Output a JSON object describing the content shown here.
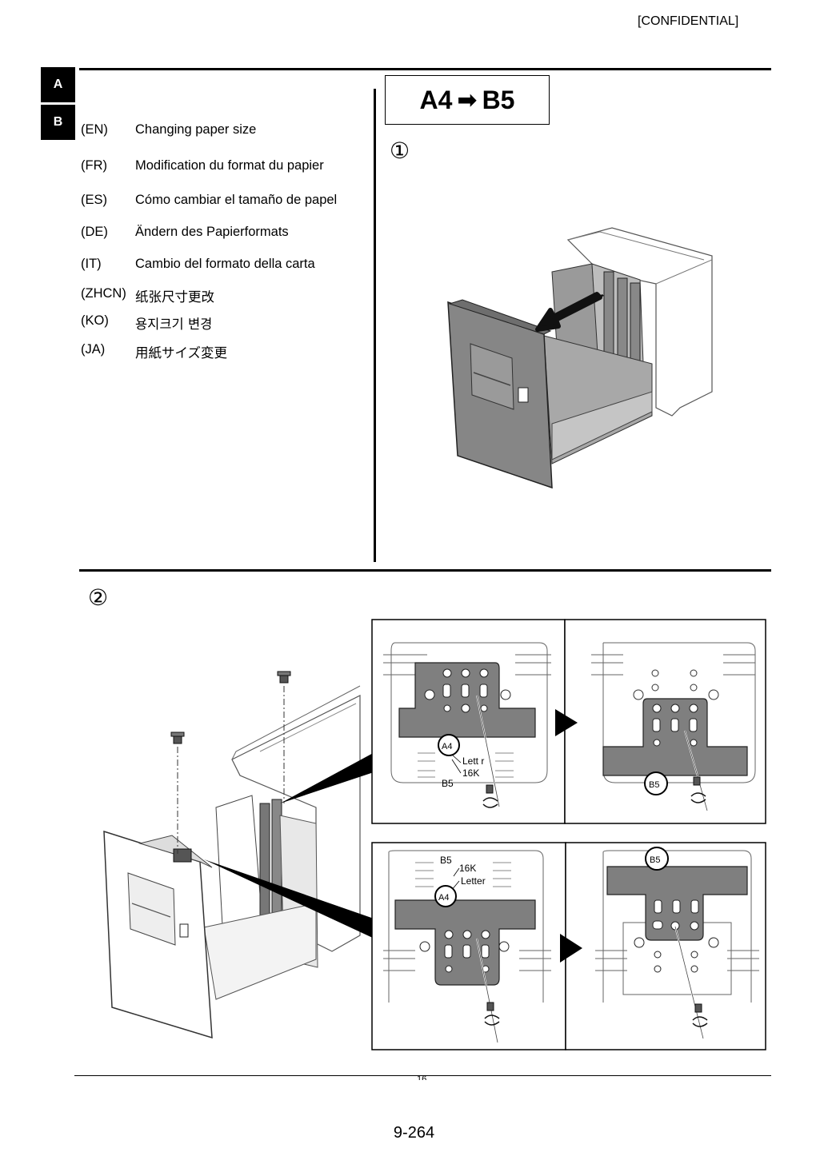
{
  "header": {
    "confidential": "[CONFIDENTIAL]"
  },
  "side_tabs": [
    "A",
    "B"
  ],
  "languages": [
    {
      "code": "(EN)",
      "text": "Changing paper size"
    },
    {
      "code": "(FR)",
      "text": "Modification du format du papier"
    },
    {
      "code": "(ES)",
      "text": "Cómo cambiar el tamaño de papel"
    },
    {
      "code": "(DE)",
      "text": "Ändern des Papierformats"
    },
    {
      "code": "(IT)",
      "text": "Cambio del formato della carta"
    },
    {
      "code": "(ZHCN)",
      "text": "纸张尺寸更改"
    },
    {
      "code": "(KO)",
      "text": "용지크기 변경"
    },
    {
      "code": "(JA)",
      "text": "用紙サイズ変更"
    }
  ],
  "size_change": {
    "from": "A4",
    "arrow": "➡",
    "to": "B5"
  },
  "steps": {
    "step1": "①",
    "step2": "②"
  },
  "detail_labels": {
    "a4": "A4",
    "letter": "Letter",
    "letter_partial": "Lett r",
    "k16": "16K",
    "b5": "B5"
  },
  "footer": {
    "small_mark": "16",
    "page_number": "9-264"
  },
  "colors": {
    "plate_gray": "#7f7f7f",
    "line_gray": "#9a9a9a",
    "drawer_gray": "#868686"
  }
}
